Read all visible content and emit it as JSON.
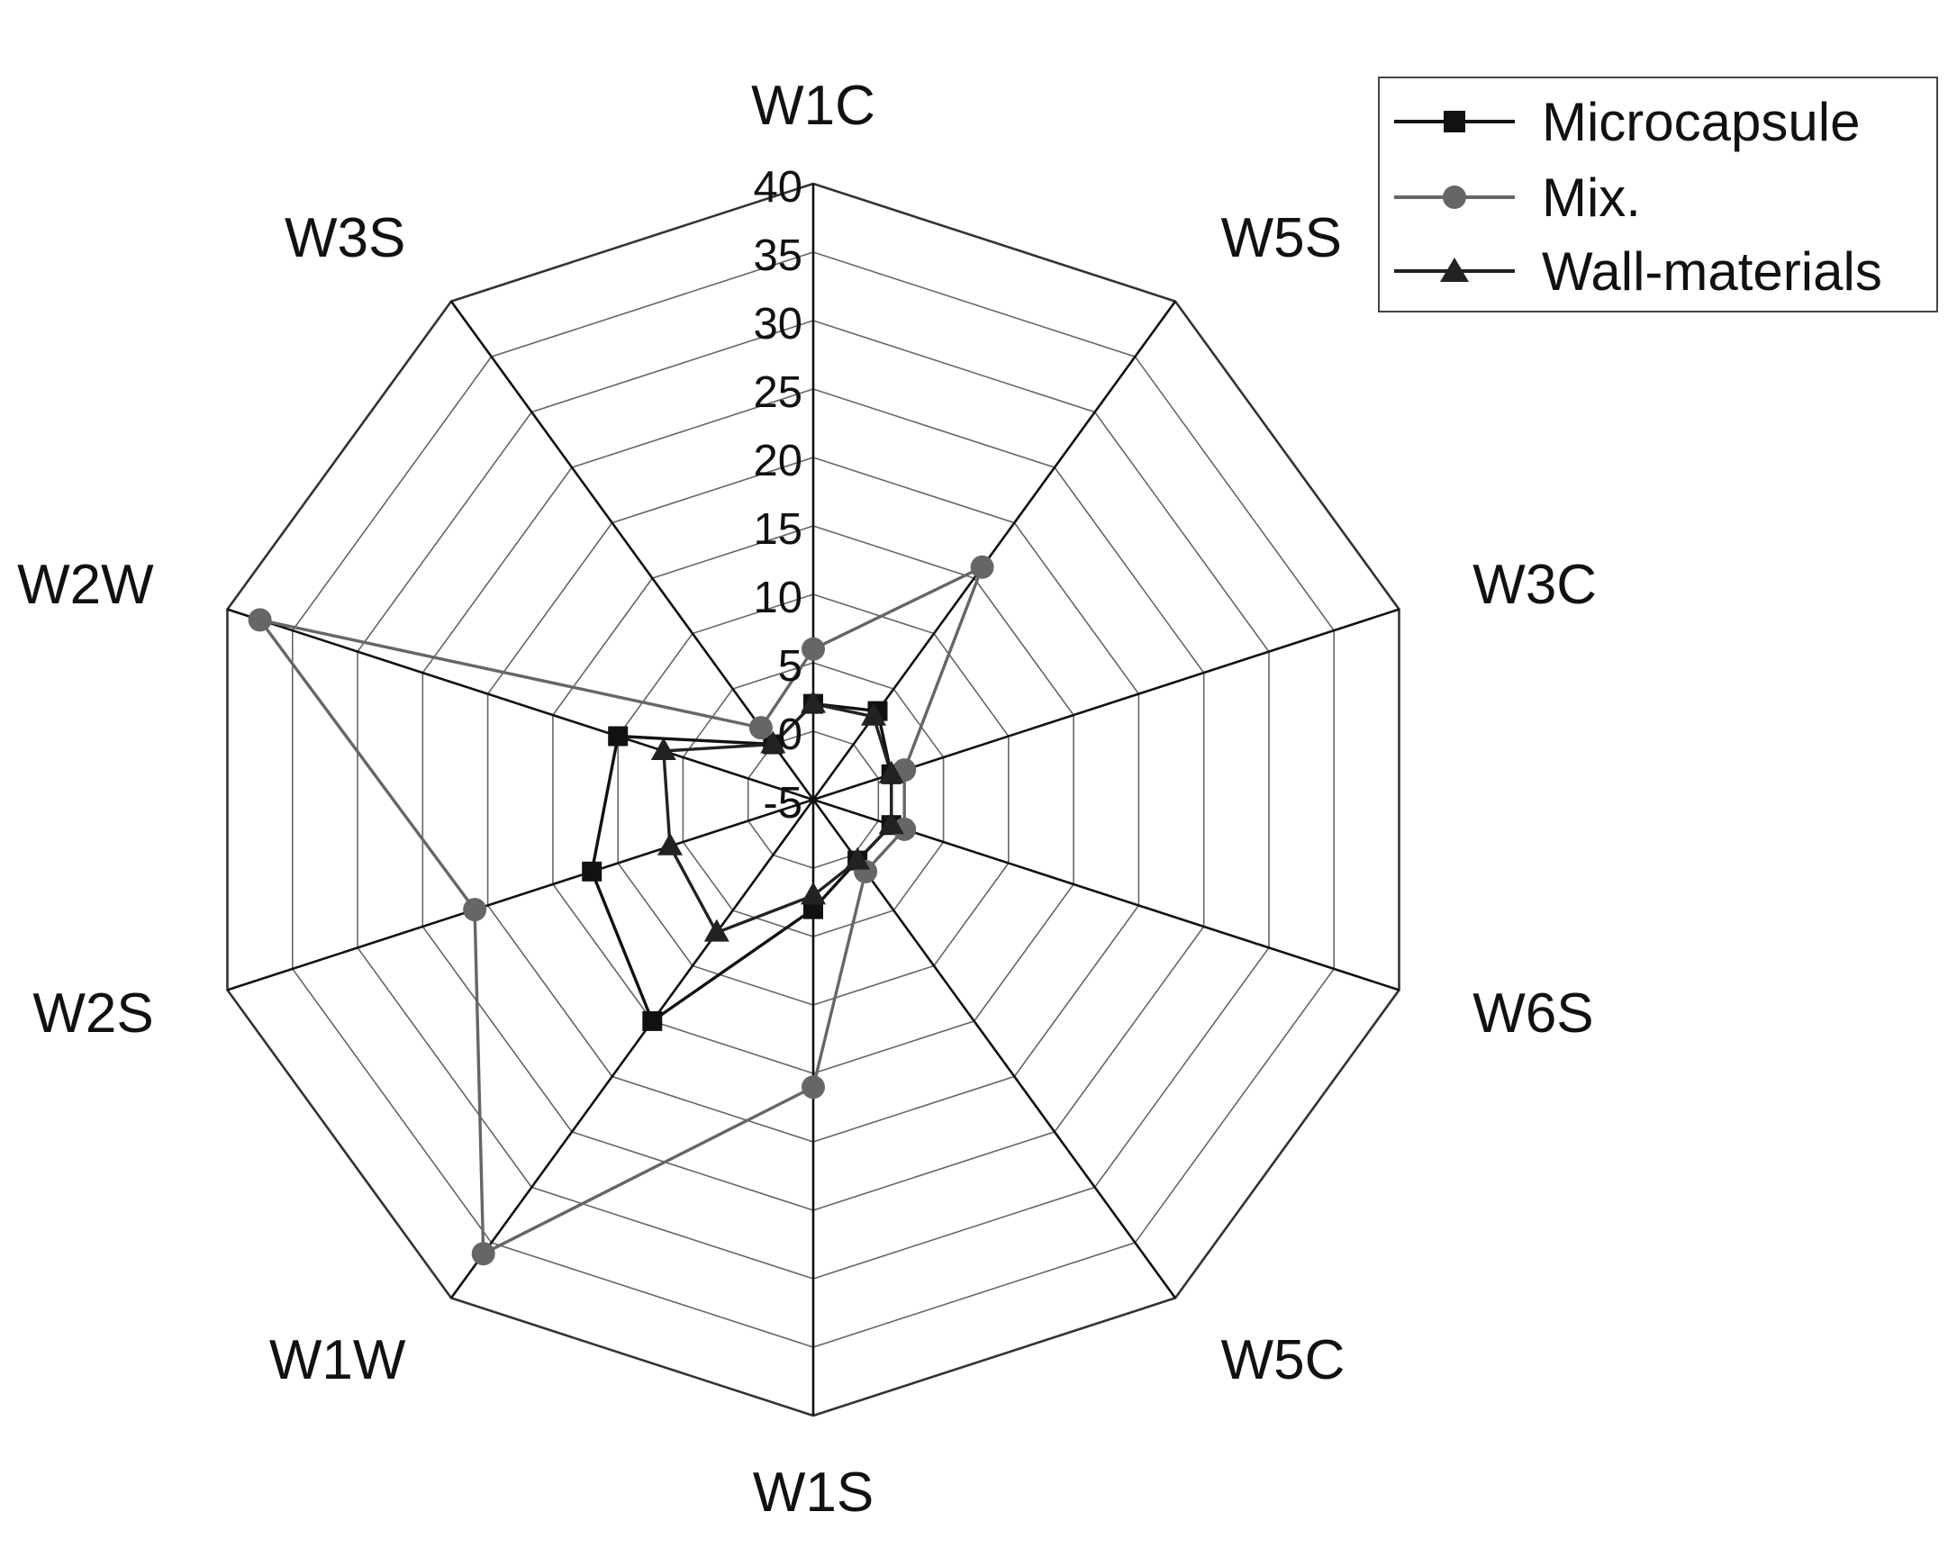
{
  "chart_data": {
    "type": "radar",
    "title": "",
    "axes": [
      "W1C",
      "W5S",
      "W3C",
      "W6S",
      "W5C",
      "W1S",
      "W1W",
      "W2S",
      "W2W",
      "W3S"
    ],
    "range": [
      -5,
      40
    ],
    "ticks": [
      "-5",
      "0",
      "5",
      "10",
      "15",
      "20",
      "25",
      "30",
      "35",
      "40"
    ],
    "tick_values": [
      -5,
      0,
      5,
      10,
      15,
      20,
      25,
      30,
      35,
      40
    ],
    "grid": true,
    "legend_position": "top-right",
    "series": [
      {
        "name": "Microcapsule",
        "marker": "square",
        "color": "#111111",
        "values": [
          2.0,
          3.0,
          1.0,
          1.0,
          0.5,
          3.0,
          15.0,
          12.0,
          10.0,
          0.0
        ]
      },
      {
        "name": "Mix.",
        "marker": "circle",
        "color": "#666666",
        "values": [
          6.0,
          16.0,
          2.0,
          2.0,
          1.5,
          16.0,
          36.0,
          21.0,
          37.5,
          1.5
        ]
      },
      {
        "name": "Wall-materials",
        "marker": "triangle",
        "color": "#222222",
        "values": [
          2.0,
          2.5,
          1.0,
          1.0,
          0.5,
          2.0,
          7.0,
          6.0,
          6.5,
          0.0
        ]
      }
    ]
  }
}
